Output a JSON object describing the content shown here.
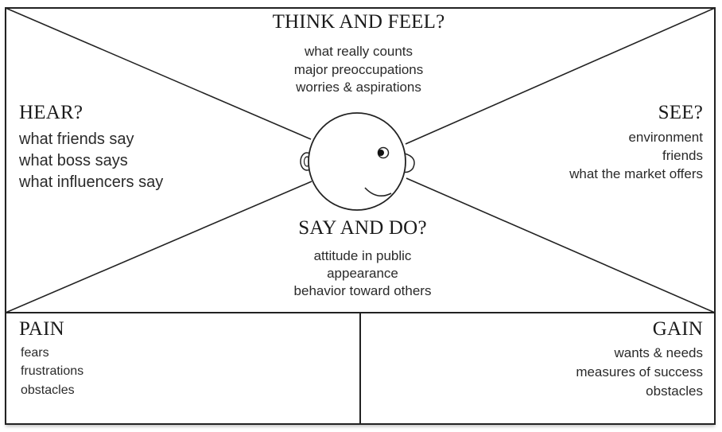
{
  "think_feel": {
    "title": "THINK AND FEEL?",
    "items": [
      "what really counts",
      "major preoccupations",
      "worries & aspirations"
    ]
  },
  "hear": {
    "title": "HEAR?",
    "items": [
      "what friends say",
      "what boss says",
      "what influencers say"
    ]
  },
  "see": {
    "title": "SEE?",
    "items": [
      "environment",
      "friends",
      "what the market offers"
    ]
  },
  "say_do": {
    "title": "SAY AND DO?",
    "items": [
      "attitude in public",
      "appearance",
      "behavior toward others"
    ]
  },
  "pain": {
    "title": "PAIN",
    "items": [
      "fears",
      "frustrations",
      "obstacles"
    ]
  },
  "gain": {
    "title": "GAIN",
    "items": [
      "wants & needs",
      "measures of success",
      "obstacles"
    ]
  }
}
